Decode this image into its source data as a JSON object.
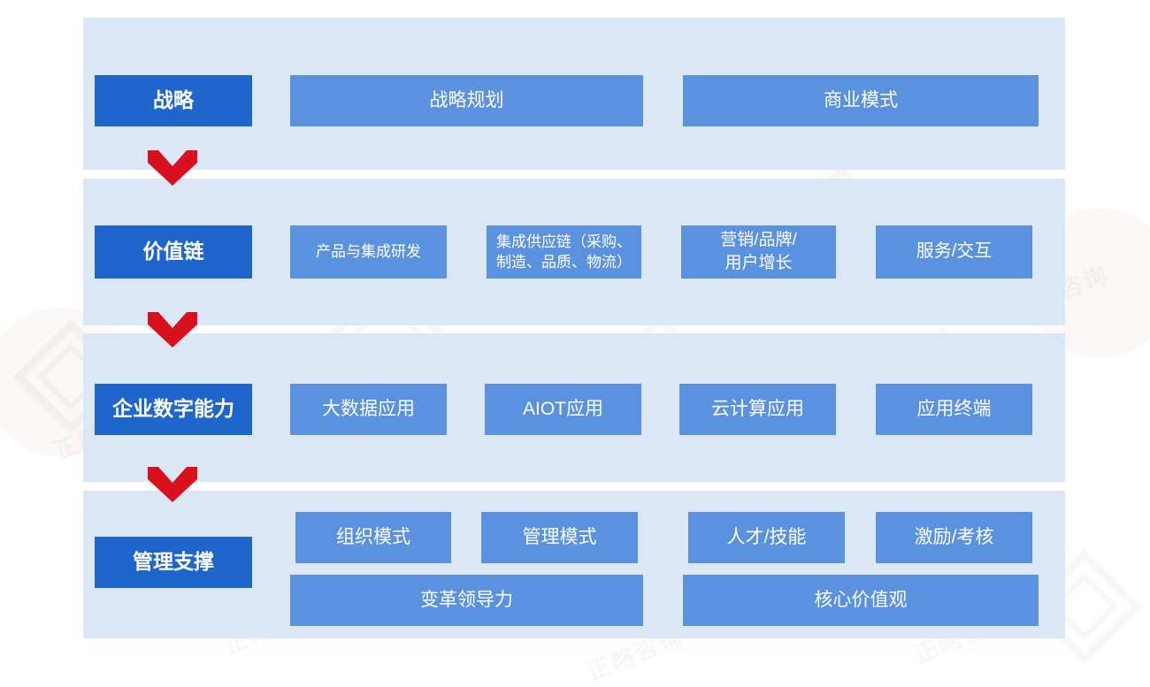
{
  "diagram": {
    "type": "layered-framework",
    "palette": {
      "band_background": "#dce7f5",
      "primary_box": "#1f66cc",
      "secondary_box": "#5b92e0",
      "arrow": "#d9111e",
      "text": "#ffffff",
      "page_background": "#ffffff"
    },
    "rows": [
      {
        "label": "战略",
        "items": [
          {
            "text": "战略规划"
          },
          {
            "text": "商业模式"
          }
        ]
      },
      {
        "label": "价值链",
        "items": [
          {
            "text": "产品与集成研发"
          },
          {
            "text": "集成供应链（采购、\n制造、品质、物流）"
          },
          {
            "text": "营销/品牌/\n用户增长"
          },
          {
            "text": "服务/交互"
          }
        ]
      },
      {
        "label": "企业数字能力",
        "items": [
          {
            "text": "大数据应用"
          },
          {
            "text": "AIOT应用"
          },
          {
            "text": "云计算应用"
          },
          {
            "text": "应用终端"
          }
        ]
      },
      {
        "label": "管理支撑",
        "items": [
          {
            "text": "组织模式"
          },
          {
            "text": "管理模式"
          },
          {
            "text": "人才/技能"
          },
          {
            "text": "激励/考核"
          },
          {
            "text": "变革领导力"
          },
          {
            "text": "核心价值观"
          }
        ]
      }
    ],
    "arrows": [
      {
        "name": "arrow-strategy-to-valuechain"
      },
      {
        "name": "arrow-valuechain-to-digital"
      },
      {
        "name": "arrow-digital-to-management"
      }
    ]
  }
}
